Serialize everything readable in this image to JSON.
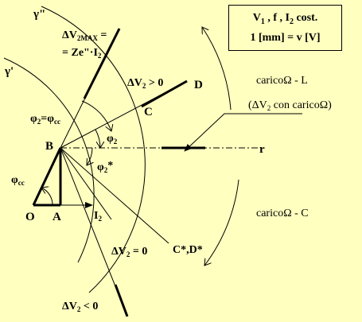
{
  "box": {
    "line1": {
      "v": "V",
      "v_sub": "1",
      "mid": " , f , I",
      "i_sub": "2",
      "end": " cost."
    },
    "line2": "1 [mm] = v [V]"
  },
  "labels": {
    "gamma2": "γ\"",
    "gamma1": "γ'",
    "dv2max_a": "ΔV",
    "dv2max_sub": "2MAX",
    "dv2max_b": " =",
    "ze_a": "= Ze\"·I",
    "ze_sub": "2",
    "dv_gt0_a": "ΔV",
    "dv_gt0_sub": "2",
    "dv_gt0_b": " > 0",
    "D": "D",
    "C": "C",
    "phi2_eq_a": "φ",
    "phi2_eq_sub": "2",
    "phi2_eq_b": "=φ",
    "phi2_eq_sub2": "cc",
    "B": "B",
    "phi2": "φ",
    "phi2_sub": "2",
    "phi2s": "φ",
    "phi2s_sub": "2",
    "phi2s_star": "*",
    "phicc": "φ",
    "phicc_sub": "cc",
    "O": "O",
    "A": "A",
    "I2": "I",
    "I2_sub": "2",
    "r": "r",
    "dv_eq0_a": "ΔV",
    "dv_eq0_sub": "2",
    "dv_eq0_b": " = 0",
    "CD_star": "C*,D*",
    "dv_lt0_a": "ΔV",
    "dv_lt0_sub": "2",
    "dv_lt0_b": " < 0",
    "carico_L": "caricoΩ - L",
    "carico_C": "caricoΩ - C",
    "dv_carico_a": "(ΔV",
    "dv_carico_sub": "2",
    "dv_carico_b": " con caricoΩ)"
  }
}
